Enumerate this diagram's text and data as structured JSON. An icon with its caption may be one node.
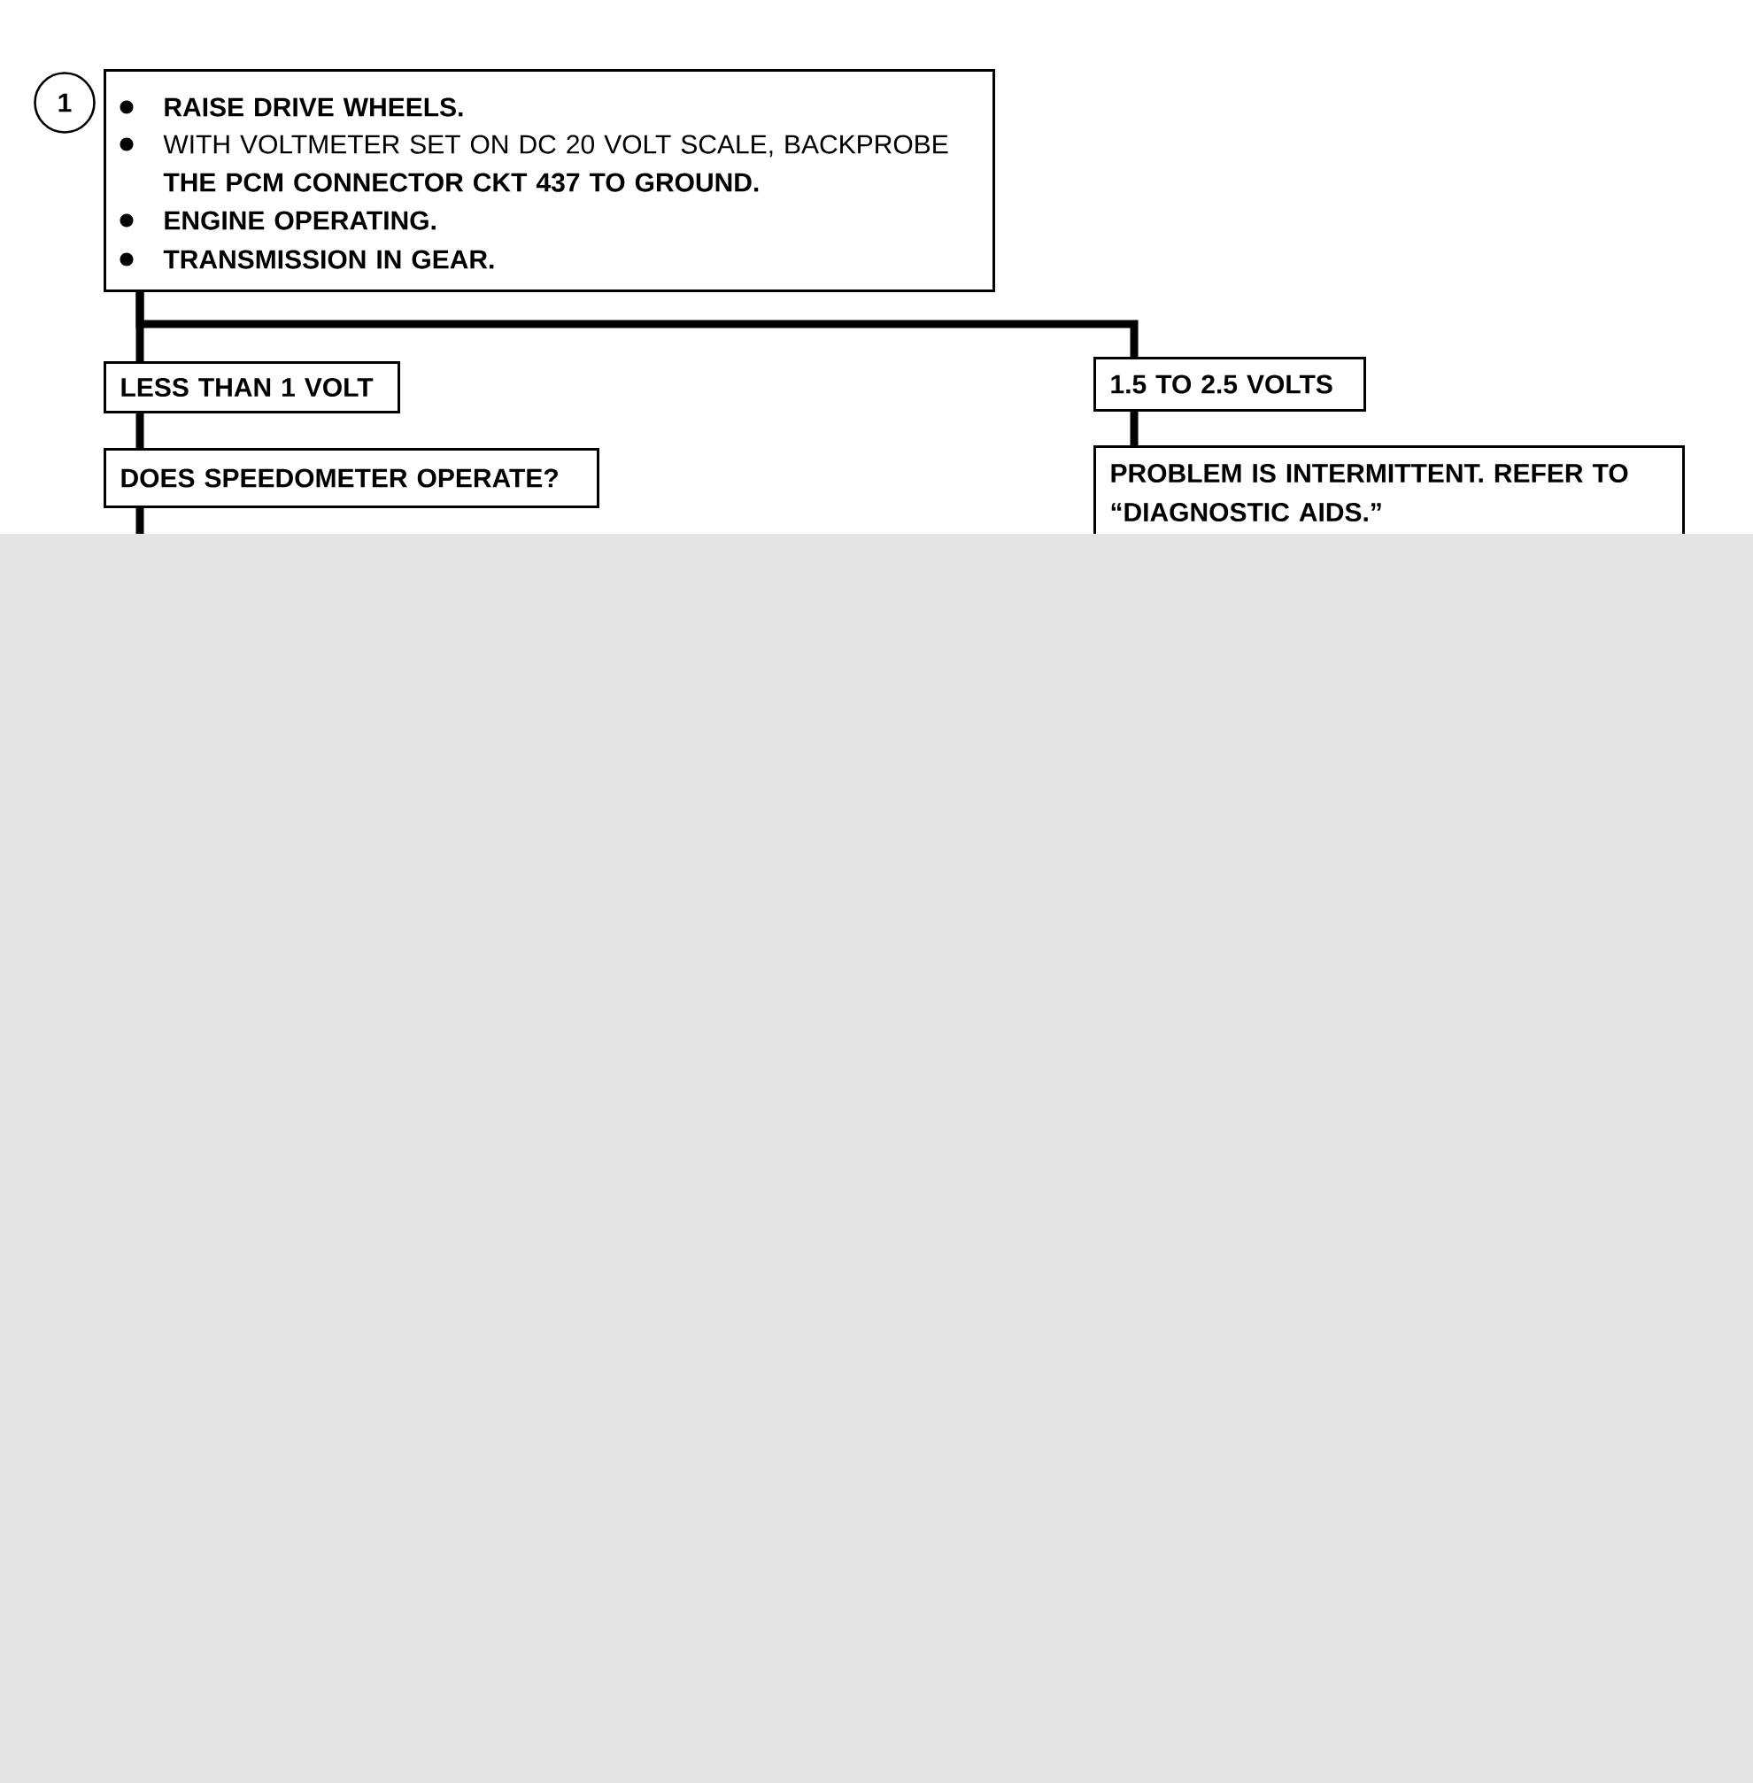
{
  "diagram": {
    "nodes": [
      {
        "text": [
          "1"
        ]
      },
      {
        "text": [
          "RAISE DRIVE WHEELS.",
          "WITH VOLTMETER SET ON DC 20 VOLT SCALE, BACKPROBE **THE PCM CONNECTOR CKT 437 TO GROUND.**",
          "ENGINE OPERATING.",
          "TRANSMISSION IN GEAR."
        ]
      },
      {
        "text": [
          "LESS THAN 1 VOLT"
        ]
      },
      {
        "text": [
          "1.5 TO 2.5 VOLTS"
        ]
      },
      {
        "text": [
          "DOES SPEEDOMETER OPERATE?"
        ]
      },
      {
        "text": [
          "PROBLEM IS INTERMITTENT. REFER TO “DIAGNOSTIC AIDS.”"
        ]
      }
    ],
    "edges": [
      {
        "from": 1,
        "to": 2,
        "arrow": "none"
      },
      {
        "from": 1,
        "to": 3,
        "arrow": "none"
      },
      {
        "from": 2,
        "to": 4,
        "arrow": "none"
      },
      {
        "from": 3,
        "to": 5,
        "arrow": "none"
      },
      {
        "from": 4,
        "to": null,
        "arrow": "none"
      }
    ]
  }
}
